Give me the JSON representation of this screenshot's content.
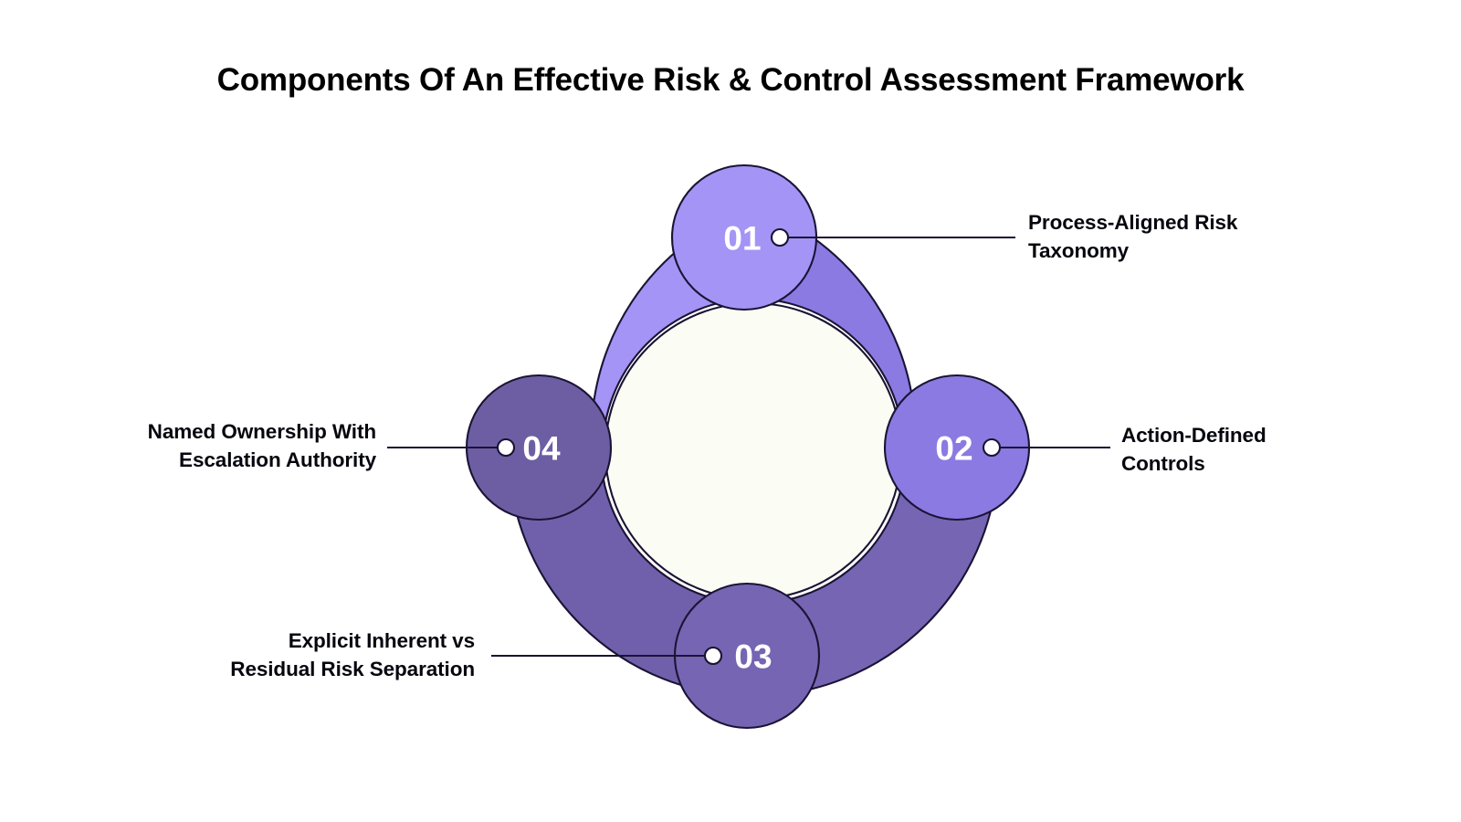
{
  "page": {
    "title": "Components Of An Effective Risk & Control Assessment Framework",
    "background_color": "#ffffff"
  },
  "diagram": {
    "type": "circular-process-ring",
    "hub": {
      "name": "center-hub",
      "fill": "#fbfcf4",
      "stroke": "#1b1334"
    },
    "stroke_color": "#1b1334",
    "label_text_color": "#05060e",
    "number_text_color": "#ffffff",
    "items": [
      {
        "number": "01",
        "label": "Process-Aligned Risk Taxonomy",
        "label_line1": "Process-Aligned Risk",
        "label_line2": "Taxonomy",
        "node_color": "#a494f5",
        "arc_color": "#a494f5",
        "position": "top",
        "label_side": "right"
      },
      {
        "number": "02",
        "label": "Action-Defined Controls",
        "label_line1": "Action-Defined",
        "label_line2": "Controls",
        "node_color": "#8a7ae2",
        "arc_color": "#8a7ae2",
        "position": "right",
        "label_side": "right"
      },
      {
        "number": "03",
        "label": "Explicit Inherent vs Residual Risk Separation",
        "label_line1": "Explicit Inherent vs",
        "label_line2": "Residual Risk Separation",
        "node_color": "#7565b3",
        "arc_color": "#7565b3",
        "position": "bottom",
        "label_side": "left"
      },
      {
        "number": "04",
        "label": "Named Ownership With Escalation Authority",
        "label_line1": "Named Ownership With",
        "label_line2": "Escalation Authority",
        "node_color": "#6d5ea4",
        "arc_color": "#7060ab",
        "position": "left",
        "label_side": "left"
      }
    ]
  }
}
